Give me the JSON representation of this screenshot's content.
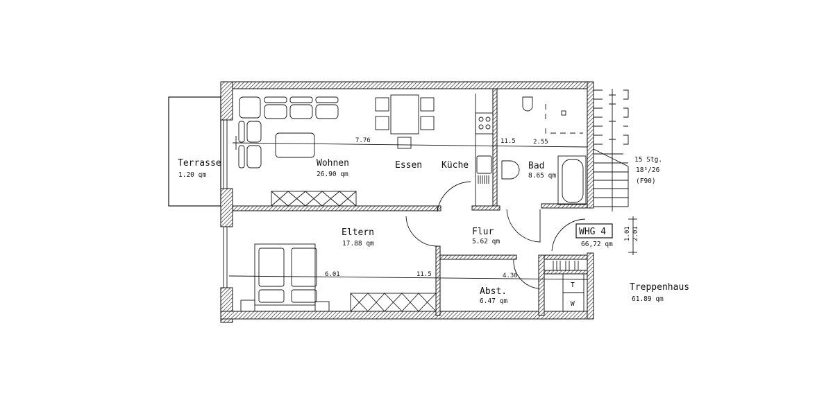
{
  "plan": {
    "rooms": [
      {
        "name": "Terrasse",
        "area": "1.20 qm"
      },
      {
        "name": "Wohnen",
        "area": "26.90 qm"
      },
      {
        "name": "Essen"
      },
      {
        "name": "Küche"
      },
      {
        "name": "Bad",
        "area": "8.65 qm"
      },
      {
        "name": "Eltern",
        "area": "17.88 qm"
      },
      {
        "name": "Flur",
        "area": "5.62 qm"
      },
      {
        "name": "Abst.",
        "area": "6.47 qm"
      },
      {
        "name": "Treppenhaus",
        "area": "61.89 qm"
      }
    ],
    "unit": {
      "label": "WHG 4",
      "area": "66,72 qm"
    },
    "stairs": {
      "steps": "15 Stg.",
      "ratio": "18⁵/26",
      "fire_rating": "(F90)"
    },
    "dimensions": {
      "upper_left": "7.76",
      "upper_wall": "11.5",
      "upper_right": "2.55",
      "lower_left": "6.01",
      "lower_wall": "11.5",
      "lower_right": "4.30",
      "vertical_1": "1.01",
      "vertical_2": "2.01"
    },
    "fixtures": {
      "t_label": "T",
      "w_label": "W"
    }
  }
}
